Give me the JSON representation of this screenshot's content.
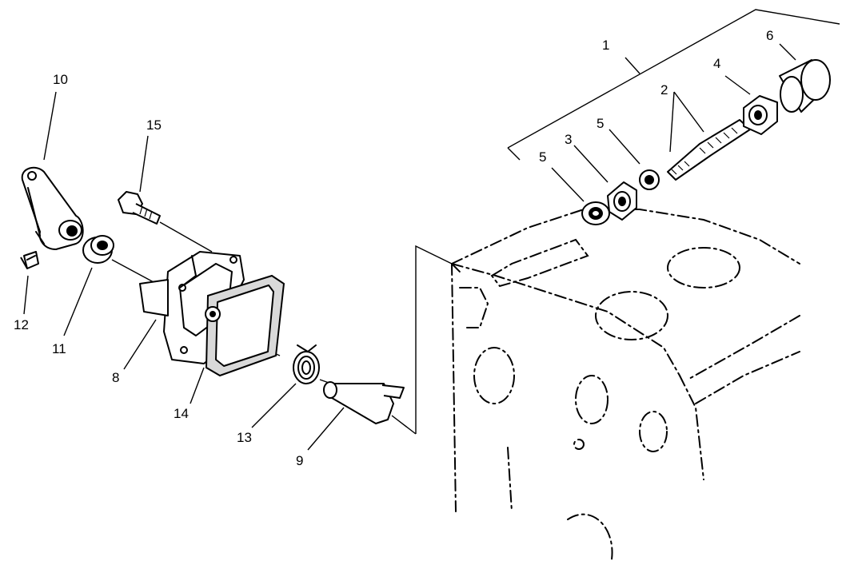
{
  "callouts": {
    "c1": "1",
    "c2": "2",
    "c3": "3",
    "c4": "4",
    "c5a": "5",
    "c5b": "5",
    "c6": "6",
    "c8": "8",
    "c9": "9",
    "c10": "10",
    "c11": "11",
    "c12": "12",
    "c13": "13",
    "c14": "14",
    "c15": "15"
  },
  "colors": {
    "ink": "#000000",
    "paper": "#ffffff"
  }
}
